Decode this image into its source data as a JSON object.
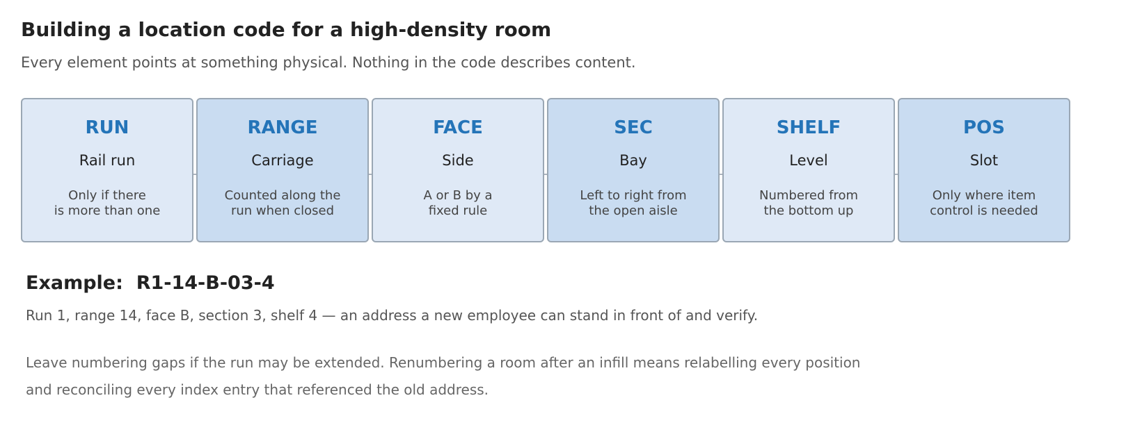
{
  "title": "Building a location code for a high-density room",
  "subtitle": "Every element points at something physical. Nothing in the code describes content.",
  "elements": [
    {
      "code": "RUN",
      "name": "Rail run",
      "desc": "Only if there\nis more than one"
    },
    {
      "code": "RANGE",
      "name": "Carriage",
      "desc": "Counted along the\nrun when closed"
    },
    {
      "code": "FACE",
      "name": "Side",
      "desc": "A or B by a\nfixed rule"
    },
    {
      "code": "SEC",
      "name": "Bay",
      "desc": "Left to right from\nthe open aisle"
    },
    {
      "code": "SHELF",
      "name": "Level",
      "desc": "Numbered from\nthe bottom up"
    },
    {
      "code": "POS",
      "name": "Slot",
      "desc": "Only where item\ncontrol is needed"
    }
  ],
  "example": {
    "heading": "Example:  R1-14-B-03-4",
    "description": "Run 1, range 14, face B, section 3, shelf 4 — an address a new employee can stand in front of and verify."
  },
  "note": {
    "line1": "Leave numbering gaps if the run may be extended. Renumbering a room after an infill means relabelling every position",
    "line2": "and reconciling every index entry that referenced the old address."
  },
  "colors": {
    "card_light": "#dfe9f6",
    "card_dark": "#c9dcf1",
    "card_border": "#9aa7b4",
    "code_text": "#2474b8"
  }
}
